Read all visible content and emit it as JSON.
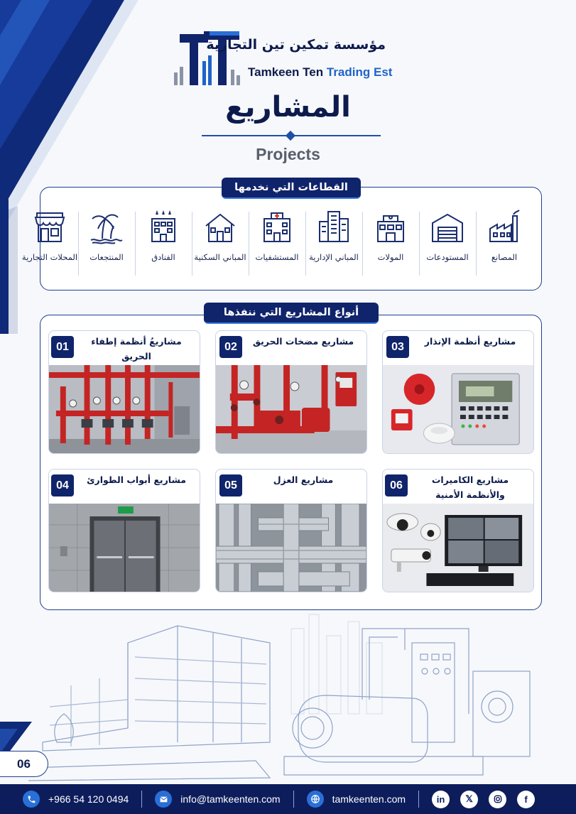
{
  "brand": {
    "name_ar": "مؤسسة تمكين تين التجارية",
    "name_en_part1": "Tamkeen Ten",
    "name_en_part2": "Trading Est",
    "colors": {
      "navy": "#0d1b4c",
      "blue": "#1f63c9",
      "footer": "#0d1d5c"
    }
  },
  "header": {
    "title_ar": "المشاريع",
    "title_en": "Projects"
  },
  "sectors": {
    "heading": "القطاعات التي نخدمها",
    "items": [
      {
        "label": "المصانع",
        "icon": "factory-icon"
      },
      {
        "label": "المستودعات",
        "icon": "warehouse-icon"
      },
      {
        "label": "المولات",
        "icon": "mall-icon"
      },
      {
        "label": "المباني الإدارية",
        "icon": "office-building-icon"
      },
      {
        "label": "المستشفيات",
        "icon": "hospital-icon"
      },
      {
        "label": "المباني السكنية",
        "icon": "house-icon"
      },
      {
        "label": "الفنادق",
        "icon": "hotel-icon"
      },
      {
        "label": "المنتجعات",
        "icon": "palm-tree-icon"
      },
      {
        "label": "المحلات التجارية",
        "icon": "shop-icon"
      }
    ]
  },
  "projects": {
    "heading": "أنواع المشاريع التي ننفذها",
    "items": [
      {
        "num": "01",
        "title": "مشاريعُ أنظمة إطفاء الحريق",
        "image": "fire-sprinkler-pipes"
      },
      {
        "num": "02",
        "title": "مشاريع مضخات الحريق",
        "image": "fire-pump-room"
      },
      {
        "num": "03",
        "title": "مشاريع أنظمة الإنذار",
        "image": "fire-alarm-panel"
      },
      {
        "num": "04",
        "title": "مشاريع أبواب الطوارئ",
        "image": "emergency-doors"
      },
      {
        "num": "05",
        "title": "مشاريع العزل",
        "image": "insulated-pipes"
      },
      {
        "num": "06",
        "title": "مشاريع الكاميرات والأنظمة الأمنية",
        "image": "cctv-system"
      }
    ]
  },
  "page_number": "06",
  "footer": {
    "phone": "+966 54 120 0494",
    "email": "info@tamkeenten.com",
    "website": "tamkeenten.com",
    "social": [
      "linkedin-icon",
      "x-icon",
      "instagram-icon",
      "facebook-icon"
    ]
  }
}
